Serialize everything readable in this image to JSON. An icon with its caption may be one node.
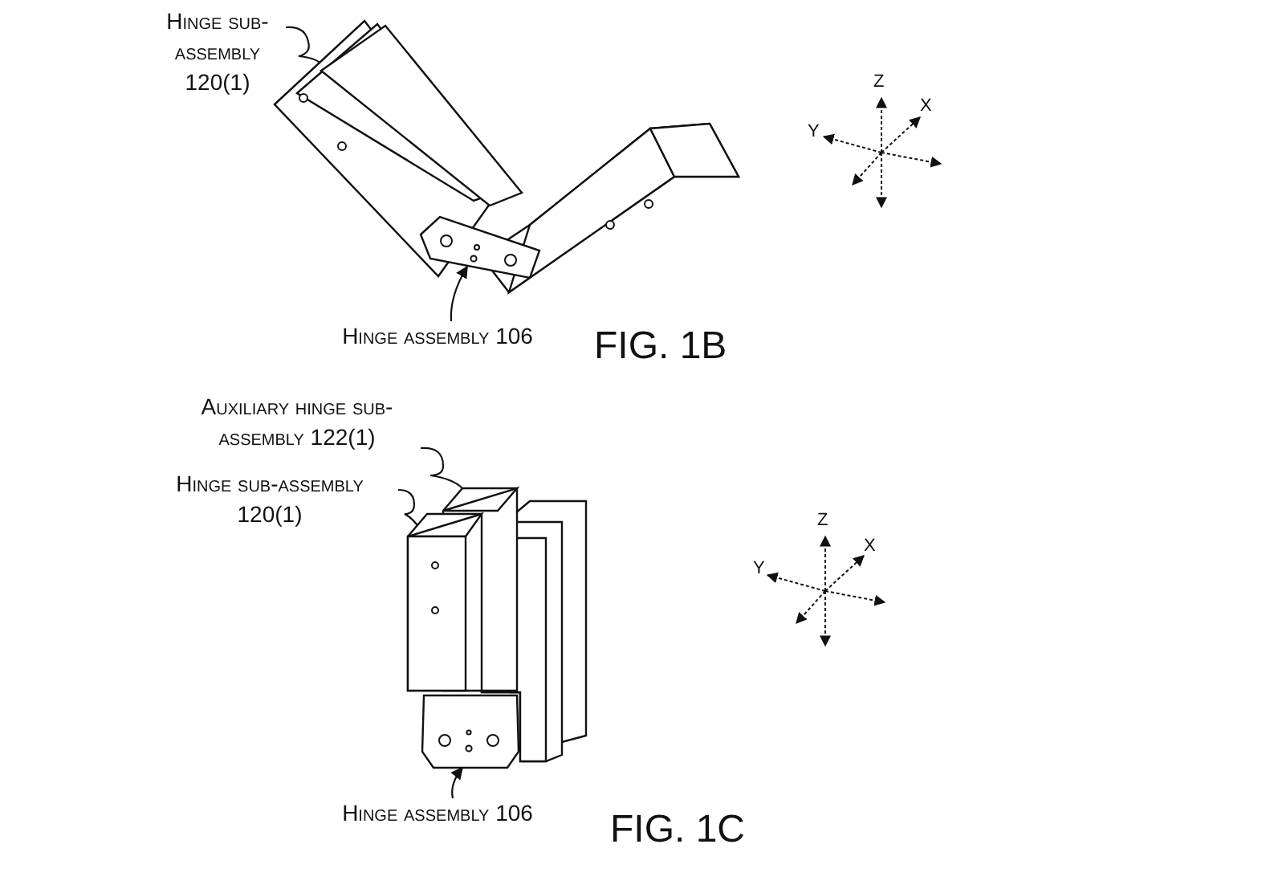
{
  "diagram": {
    "nodes": [
      {
        "text": [
          "Hinge sub-assembly 120(1)"
        ]
      },
      {
        "text": [],
        "shape": "picture"
      },
      {
        "text": [
          "Hinge assembly 106"
        ]
      },
      {
        "text": [],
        "shape": "picture"
      },
      {
        "text": [
          "Auxiliary hinge sub-assembly 122(1)"
        ]
      },
      {
        "text": [
          "Hinge sub-assembly 120(1)"
        ]
      },
      {
        "text": [],
        "shape": "picture"
      },
      {
        "text": [],
        "shape": "picture"
      },
      {
        "text": [
          "Hinge assembly 106"
        ]
      },
      {
        "text": [],
        "shape": "picture"
      }
    ],
    "edges": [
      {
        "from": 0,
        "to": 1,
        "arrow": "none"
      },
      {
        "from": 2,
        "to": 3,
        "arrow": "to"
      },
      {
        "from": 4,
        "to": 6,
        "arrow": "none"
      },
      {
        "from": 5,
        "to": 7,
        "arrow": "none"
      },
      {
        "from": 8,
        "to": 9,
        "arrow": "to"
      }
    ],
    "labels": [
      "Z",
      "X",
      "Y",
      "FIG. 1B",
      "Z",
      "X",
      "Y",
      "FIG. 1C"
    ]
  }
}
